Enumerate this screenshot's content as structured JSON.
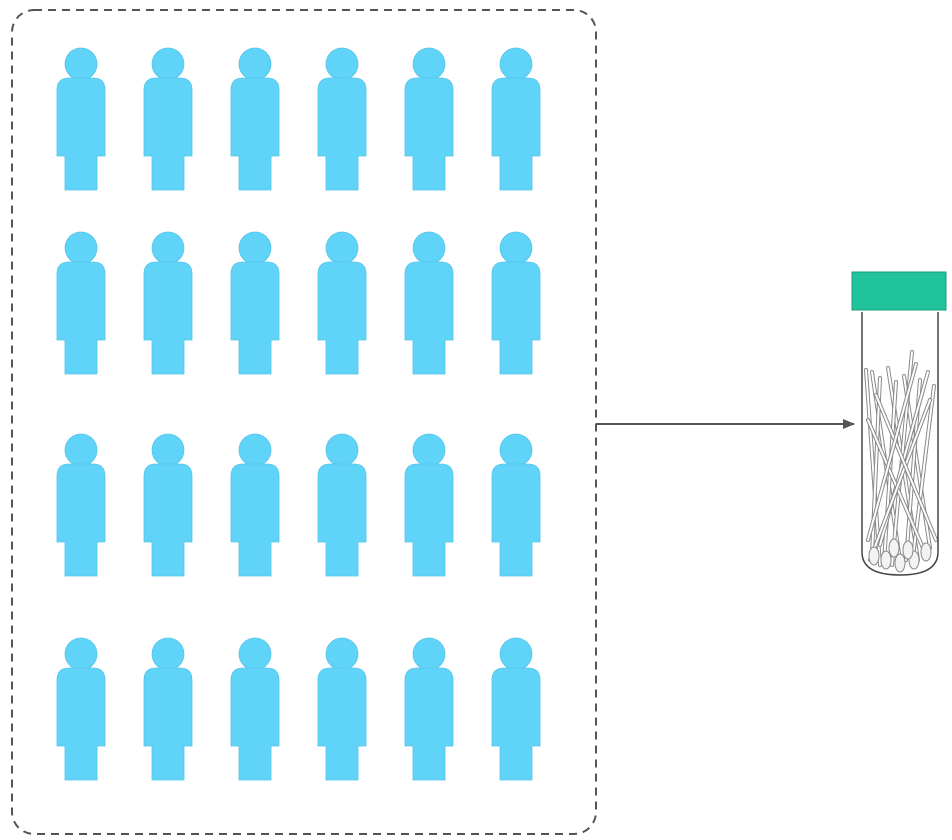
{
  "diagram": {
    "group": {
      "rows": 4,
      "columns": 6,
      "person_icon": "person-icon"
    },
    "connector": {
      "style": "arrow"
    },
    "container": {
      "icon": "sample-tube-icon",
      "contents": "swabs"
    }
  },
  "colors": {
    "person": "#5fd4f8",
    "person_stroke": "#56c3e6",
    "group_border": "#555555",
    "arrow": "#555555",
    "tube_cap": "#20c39a",
    "tube_outline": "#444444",
    "swab_stroke": "#888888"
  }
}
